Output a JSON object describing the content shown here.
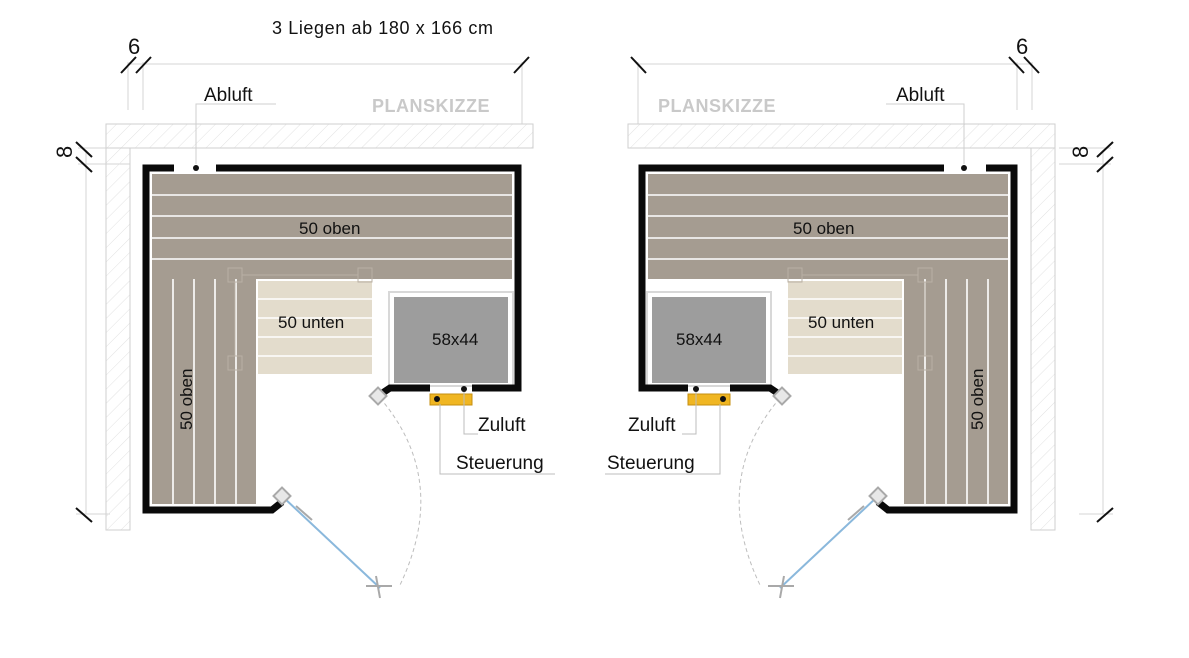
{
  "header": {
    "title": "3 Liegen ab 180 x 166 cm"
  },
  "plans": {
    "left": {
      "watermark": "PLANSKIZZE",
      "dim_top": "6",
      "dim_side": "8",
      "exhaust": "Abluft",
      "bench_top": "50 oben",
      "bench_side": "50 oben",
      "bench_low": "50 unten",
      "heater": "58x44",
      "intake": "Zuluft",
      "control": "Steuerung"
    },
    "right": {
      "watermark": "PLANSKIZZE",
      "dim_top": "6",
      "dim_side": "8",
      "exhaust": "Abluft",
      "bench_top": "50 oben",
      "bench_side": "50 oben",
      "bench_low": "50 unten",
      "heater": "58x44",
      "intake": "Zuluft",
      "control": "Steuerung"
    }
  },
  "colors": {
    "wall": "#0a0a0a",
    "bench_upper": "#a59c91",
    "bench_lower": "#e3dccc",
    "heater": "#9d9d9d",
    "control": "#f0b622",
    "glass": "#8ab8dc",
    "hatch": "#dedede"
  }
}
